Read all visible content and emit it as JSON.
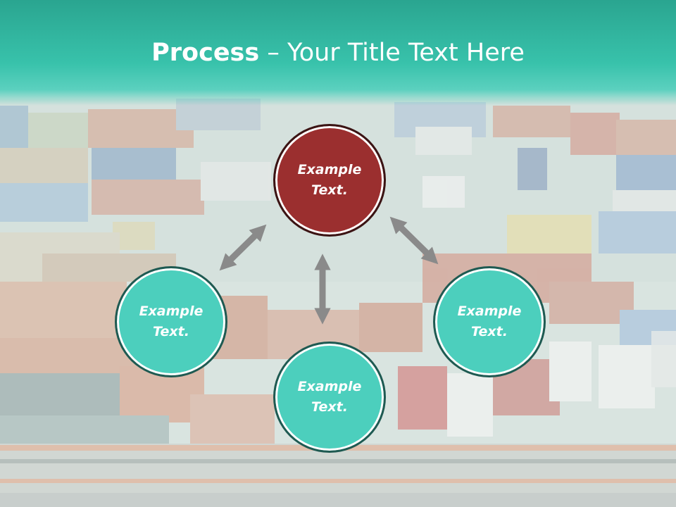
{
  "slide": {
    "title_bold": "Process",
    "title_sep": " – ",
    "title_rest": "Your Title Text Here"
  },
  "nodes": {
    "top": "Example\nText.",
    "left": "Example\nText.",
    "right": "Example\nText.",
    "bottom": "Example\nText."
  },
  "colors": {
    "header_teal": "#38c2ab",
    "node_teal": "#4ccfbd",
    "node_red": "#9b2f2f",
    "arrow_gray": "#8a8a8a"
  },
  "icons": [
    "double-arrow-icon"
  ]
}
